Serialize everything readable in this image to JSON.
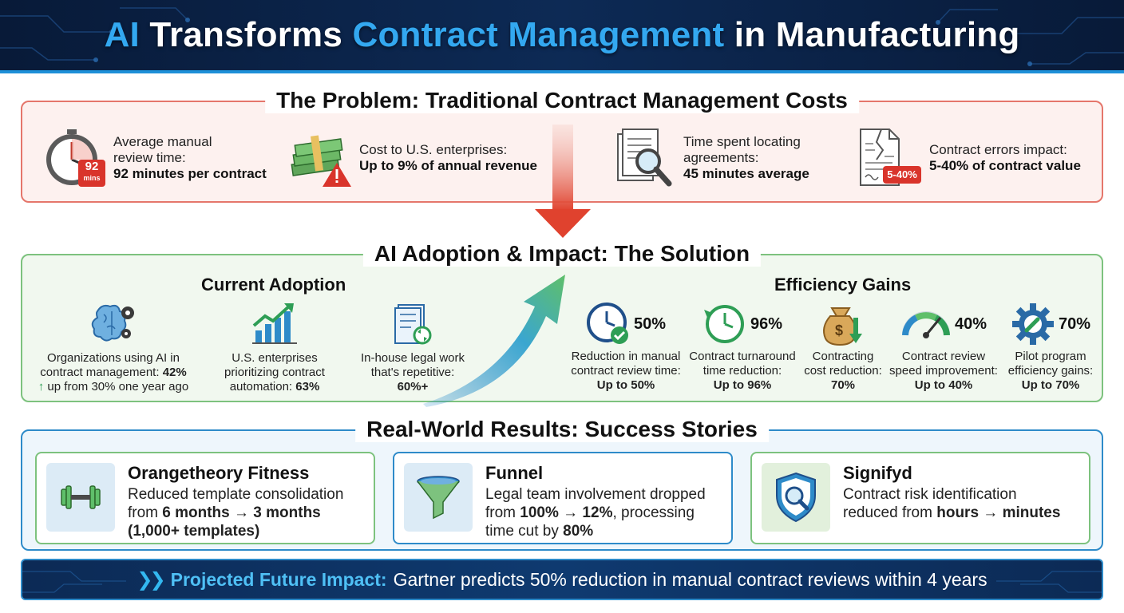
{
  "header": {
    "title_part1": "AI",
    "title_part2": " Transforms ",
    "title_part3": "Contract Management",
    "title_part4": " in Manufacturing"
  },
  "problem": {
    "title": "The Problem: Traditional Contract Management Costs",
    "stats": [
      {
        "label": "Average manual review time:",
        "value": "92 minutes per contract",
        "badge_num": "92",
        "badge_unit": "mins",
        "icon": "stopwatch-icon"
      },
      {
        "label": "Cost to U.S. enterprises:",
        "value": "Up to 9% of annual revenue",
        "icon": "money-stack-warning-icon"
      },
      {
        "label": "Time spent locating agreements:",
        "value": "45 minutes average",
        "icon": "document-search-icon"
      },
      {
        "label": "Contract errors impact:",
        "value": "5-40% of contract value",
        "badge": "5-40%",
        "icon": "broken-document-icon"
      }
    ]
  },
  "solution": {
    "title": "AI Adoption & Impact: The Solution",
    "adoption": {
      "heading": "Current Adoption",
      "items": [
        {
          "line1": "Organizations using AI in",
          "line2": "contract management: ",
          "value": "42%",
          "note_arrow": "↑",
          "note": " up from 30% one year ago",
          "icon": "brain-gear-icon"
        },
        {
          "line1": "U.S. enterprises",
          "line2": "prioritizing contract",
          "line3": "automation: ",
          "value": "63%",
          "icon": "growth-chart-icon"
        },
        {
          "line1": "In-house legal work",
          "line2": "that's repetitive:",
          "value": "60%+",
          "icon": "document-refresh-icon"
        }
      ]
    },
    "efficiency": {
      "heading": "Efficiency Gains",
      "items": [
        {
          "pct": "50%",
          "line1": "Reduction in manual",
          "line2": "contract review time:",
          "value": "Up to 50%",
          "icon": "clock-check-icon"
        },
        {
          "pct": "96%",
          "line1": "Contract turnaround",
          "line2": "time reduction:",
          "value": "Up to 96%",
          "icon": "clock-cycle-icon"
        },
        {
          "pct": "",
          "line1": "Contracting",
          "line2": "cost reduction:",
          "value": "70%",
          "icon": "money-bag-down-icon"
        },
        {
          "pct": "40%",
          "line1": "Contract review",
          "line2": "speed improvement:",
          "value": "Up to 40%",
          "icon": "speedometer-icon"
        },
        {
          "pct": "70%",
          "line1": "Pilot program",
          "line2": "efficiency gains:",
          "value": "Up to 70%",
          "icon": "gear-wrench-icon"
        }
      ]
    }
  },
  "stories": {
    "title": "Real-World Results: Success Stories",
    "cards": [
      {
        "name": "Orangetheory Fitness",
        "line1": "Reduced template consolidation",
        "line2_pre": "from ",
        "line2_bold": "6 months → 3 months",
        "line3": "(1,000+ templates)",
        "icon": "dumbbell-icon",
        "accent": "#7dc27e"
      },
      {
        "name": "Funnel",
        "line1": "Legal team involvement dropped",
        "line2_pre": "from ",
        "line2_bold": "100% → 12%",
        "line2_post": ", processing",
        "line3_pre": "time cut by ",
        "line3_bold": "80%",
        "icon": "funnel-icon",
        "accent": "#2e8bc9"
      },
      {
        "name": "Signifyd",
        "line1": "Contract risk identification",
        "line2_pre": "reduced from ",
        "line2_bold": "hours → minutes",
        "icon": "shield-search-icon",
        "accent": "#7dc27e"
      }
    ]
  },
  "footer": {
    "chevrons": "❯❯",
    "label": "Projected Future Impact:",
    "text": "Gartner predicts 50% reduction in manual contract reviews within 4 years"
  },
  "colors": {
    "header_bg": "#0d2a55",
    "accent_blue": "#33a8f0",
    "problem_border": "#e5766b",
    "solution_border": "#7dc27e",
    "stories_border": "#2e8bc9"
  }
}
